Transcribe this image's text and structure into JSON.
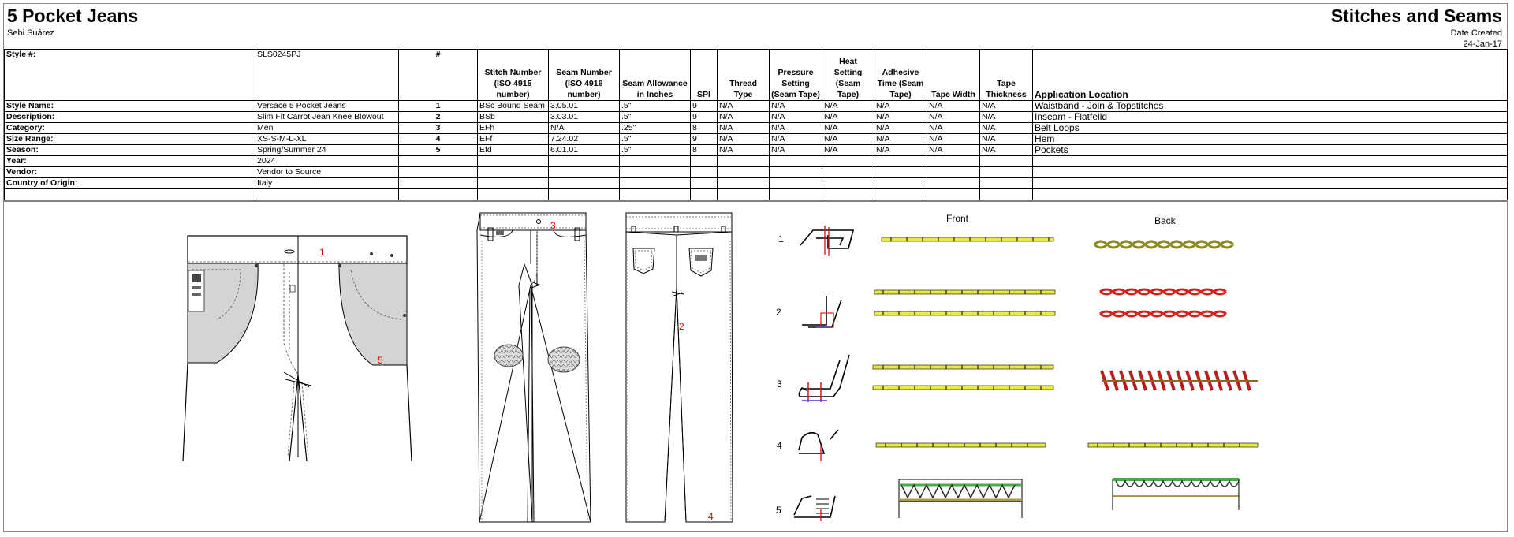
{
  "header": {
    "title": "5 Pocket Jeans",
    "author": "Sebi Suárez",
    "section_title": "Stitches and Seams",
    "date_label": "Date Created",
    "date_value": "24-Jan-17"
  },
  "style_info": {
    "style_no_label": "Style #:",
    "style_no": "SLS0245PJ",
    "rows": [
      {
        "label": "Style Name:",
        "value": "Versace 5 Pocket Jeans"
      },
      {
        "label": "Description:",
        "value": "Slim Fit Carrot Jean Knee Blowout"
      },
      {
        "label": "Category:",
        "value": "Men"
      },
      {
        "label": "Size Range:",
        "value": "XS-S-M-L-XL"
      },
      {
        "label": "Season:",
        "value": "Spring/Summer 24"
      },
      {
        "label": "Year:",
        "value": "2024"
      },
      {
        "label": "Vendor:",
        "value": "Vendor to Source"
      },
      {
        "label": "Country of Origin:",
        "value": "Italy"
      }
    ]
  },
  "stitch_table": {
    "headers": {
      "num": "#",
      "stitch": "Stitch Number (ISO 4915 number)",
      "seam": "Seam Number (ISO 4916 number)",
      "allowance": "Seam Allowance in Inches",
      "spi": "SPI",
      "thread": "Thread Type",
      "pressure": "Pressure Setting (Seam Tape)",
      "heat": "Heat Setting (Seam Tape)",
      "adhesive": "Adhesive Time (Seam Tape)",
      "tape_width": "Tape Width",
      "tape_thickness": "Tape Thickness",
      "location": "Application Location"
    },
    "rows": [
      {
        "num": "1",
        "stitch": "BSc Bound Seam",
        "seam": "3.05.01",
        "allowance": ".5\"",
        "spi": "9",
        "thread": "N/A",
        "pressure": "N/A",
        "heat": "N/A",
        "adhesive": "N/A",
        "tape_width": "N/A",
        "tape_thickness": "N/A",
        "location": "Waistband - Join & Topstitches"
      },
      {
        "num": "2",
        "stitch": "BSb",
        "seam": "3.03.01",
        "allowance": ".5\"",
        "spi": "9",
        "thread": "N/A",
        "pressure": "N/A",
        "heat": "N/A",
        "adhesive": "N/A",
        "tape_width": "N/A",
        "tape_thickness": "N/A",
        "location": "Inseam - Flatfelld"
      },
      {
        "num": "3",
        "stitch": "EFh",
        "seam": "N/A",
        "allowance": ".25\"",
        "spi": "8",
        "thread": "N/A",
        "pressure": "N/A",
        "heat": "N/A",
        "adhesive": "N/A",
        "tape_width": "N/A",
        "tape_thickness": "N/A",
        "location": "Belt Loops"
      },
      {
        "num": "4",
        "stitch": "EFf",
        "seam": "7.24.02",
        "allowance": ".5\"",
        "spi": "9",
        "thread": "N/A",
        "pressure": "N/A",
        "heat": "N/A",
        "adhesive": "N/A",
        "tape_width": "N/A",
        "tape_thickness": "N/A",
        "location": "Hem"
      },
      {
        "num": "5",
        "stitch": "Efd",
        "seam": "6.01.01",
        "allowance": ".5\"",
        "spi": "8",
        "thread": "N/A",
        "pressure": "N/A",
        "heat": "N/A",
        "adhesive": "N/A",
        "tape_width": "N/A",
        "tape_thickness": "N/A",
        "location": "Pockets"
      }
    ]
  },
  "illustration": {
    "callouts": [
      "1",
      "2",
      "3",
      "4",
      "5"
    ],
    "front_label": "Front",
    "back_label": "Back",
    "row_numbers": [
      "1",
      "2",
      "3",
      "4",
      "5"
    ],
    "stitch_color": "#e8e84a",
    "red_thread": "#d42020",
    "green_thread": "#3cb43c",
    "pocket_fill": "#d4d4d4"
  }
}
